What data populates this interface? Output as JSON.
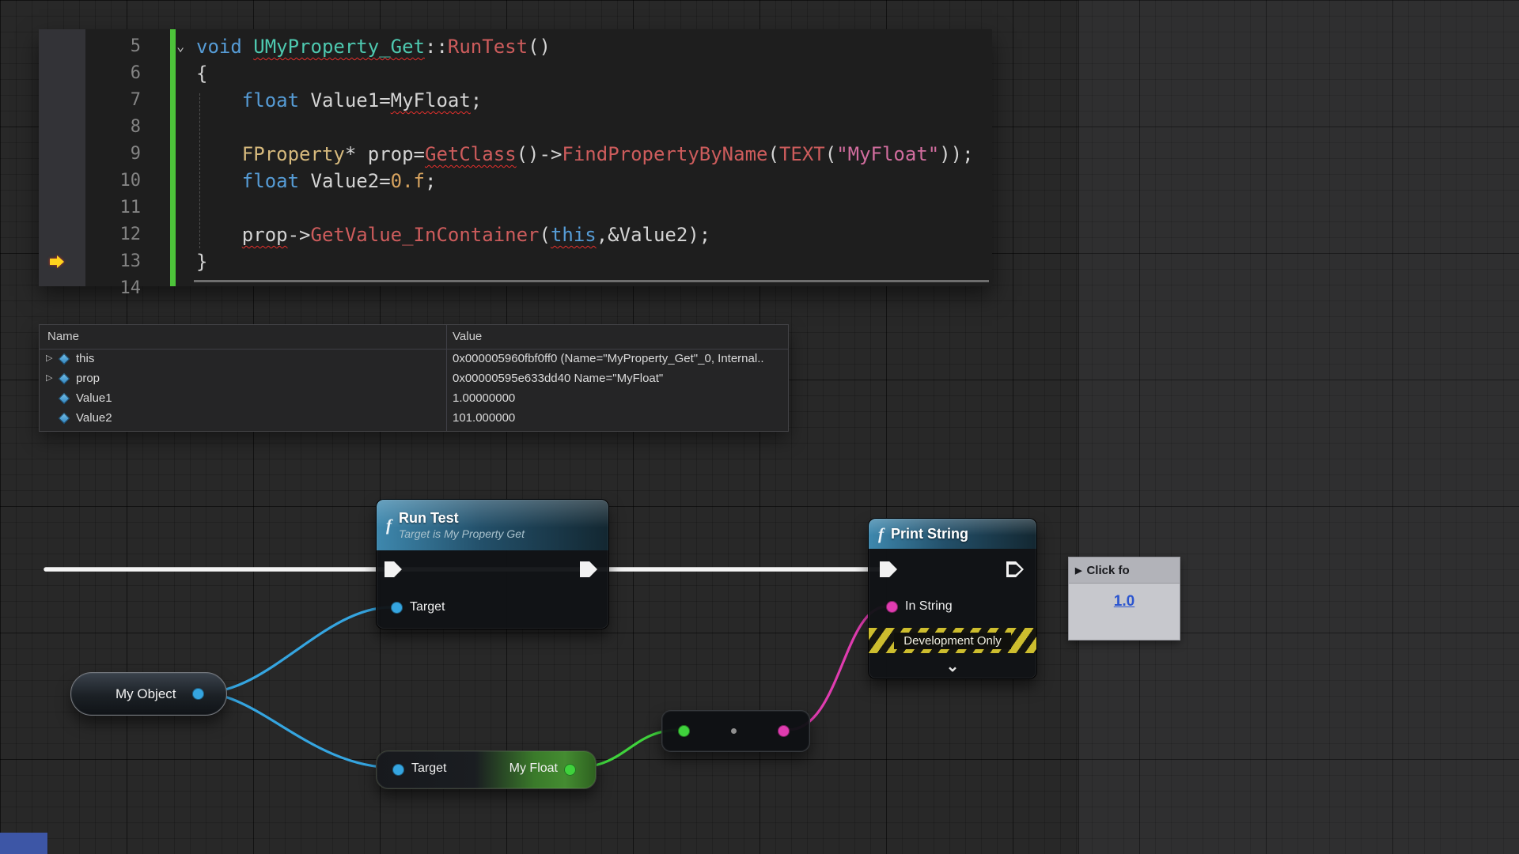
{
  "code": {
    "fold_glyph": "⌄",
    "lines": [
      {
        "n": "5",
        "fold": true,
        "tokens": [
          {
            "t": "void ",
            "c": "kw"
          },
          {
            "t": "UMyProperty_Get",
            "c": "type",
            "sq": true
          },
          {
            "t": "::",
            "c": "pl"
          },
          {
            "t": "RunTest",
            "c": "fn"
          },
          {
            "t": "()",
            "c": "pl"
          }
        ]
      },
      {
        "n": "6",
        "tokens": [
          {
            "t": "{",
            "c": "pl"
          }
        ]
      },
      {
        "n": "7",
        "tokens": [
          {
            "t": "    ",
            "c": "pl"
          },
          {
            "t": "float",
            "c": "kw"
          },
          {
            "t": " Value1=",
            "c": "pl"
          },
          {
            "t": "MyFloat",
            "c": "pl",
            "sq": true
          },
          {
            "t": ";",
            "c": "pl"
          }
        ]
      },
      {
        "n": "8",
        "tokens": []
      },
      {
        "n": "9",
        "tokens": [
          {
            "t": "    ",
            "c": "pl"
          },
          {
            "t": "FProperty",
            "c": "type2"
          },
          {
            "t": "* prop=",
            "c": "pl"
          },
          {
            "t": "GetClass",
            "c": "fn",
            "sq": true
          },
          {
            "t": "()->",
            "c": "pl"
          },
          {
            "t": "FindPropertyByName",
            "c": "fn"
          },
          {
            "t": "(",
            "c": "pl"
          },
          {
            "t": "TEXT",
            "c": "fn"
          },
          {
            "t": "(",
            "c": "pl"
          },
          {
            "t": "\"MyFloat\"",
            "c": "str"
          },
          {
            "t": "));",
            "c": "pl"
          }
        ]
      },
      {
        "n": "10",
        "tokens": [
          {
            "t": "    ",
            "c": "pl"
          },
          {
            "t": "float",
            "c": "kw"
          },
          {
            "t": " Value2=",
            "c": "pl"
          },
          {
            "t": "0.f",
            "c": "num"
          },
          {
            "t": ";",
            "c": "pl"
          }
        ]
      },
      {
        "n": "11",
        "tokens": []
      },
      {
        "n": "12",
        "tokens": [
          {
            "t": "    ",
            "c": "pl"
          },
          {
            "t": "prop",
            "c": "pl",
            "sq": true
          },
          {
            "t": "->",
            "c": "pl"
          },
          {
            "t": "GetValue_InContainer",
            "c": "fn"
          },
          {
            "t": "(",
            "c": "pl"
          },
          {
            "t": "this",
            "c": "kw",
            "sq": true
          },
          {
            "t": ",&Value2);",
            "c": "pl"
          }
        ]
      },
      {
        "n": "13",
        "exec": true,
        "tokens": [
          {
            "t": "}",
            "c": "pl"
          }
        ]
      },
      {
        "n": "14",
        "tokens": []
      }
    ]
  },
  "watch": {
    "columns": [
      "Name",
      "Value"
    ],
    "expander_glyph": "▷",
    "rows": [
      {
        "expand": true,
        "name": "this",
        "value": "0x000005960fbf0ff0 (Name=\"MyProperty_Get\"_0, Internal.."
      },
      {
        "expand": true,
        "name": "prop",
        "value": "0x00000595e633dd40 Name=\"MyFloat\""
      },
      {
        "expand": false,
        "name": "Value1",
        "value": "1.00000000"
      },
      {
        "expand": false,
        "name": "Value2",
        "value": "101.000000"
      }
    ]
  },
  "graph": {
    "run_test": {
      "icon": "f",
      "title": "Run Test",
      "subtitle": "Target is My Property Get",
      "target_label": "Target"
    },
    "print_string": {
      "icon": "f",
      "title": "Print String",
      "in_string_label": "In String",
      "dev_banner": "Development Only",
      "chevron": "⌄"
    },
    "my_object": {
      "label": "My Object"
    },
    "my_float_get": {
      "target": "Target",
      "output": "My Float"
    },
    "tooltip": {
      "play": "▶",
      "label": "Click fo",
      "value": "1.0"
    }
  },
  "colors": {
    "exec_white": "#f4f4f4",
    "pin_blue": "#35a5e0",
    "pin_green": "#3fd23c",
    "pin_magenta": "#e03cb0",
    "dev_yellow": "#cdbd2e",
    "change_green": "#4dc33a",
    "status_blue": "#3d56a6",
    "kw": "#569cd6",
    "type": "#4ec9b0",
    "type2": "#d7ba7d",
    "fn": "#cd5c5c",
    "str": "#d16d9e",
    "num": "#d7a35f",
    "pl": "#d4d4d4",
    "squiggle": "#e5302c"
  }
}
